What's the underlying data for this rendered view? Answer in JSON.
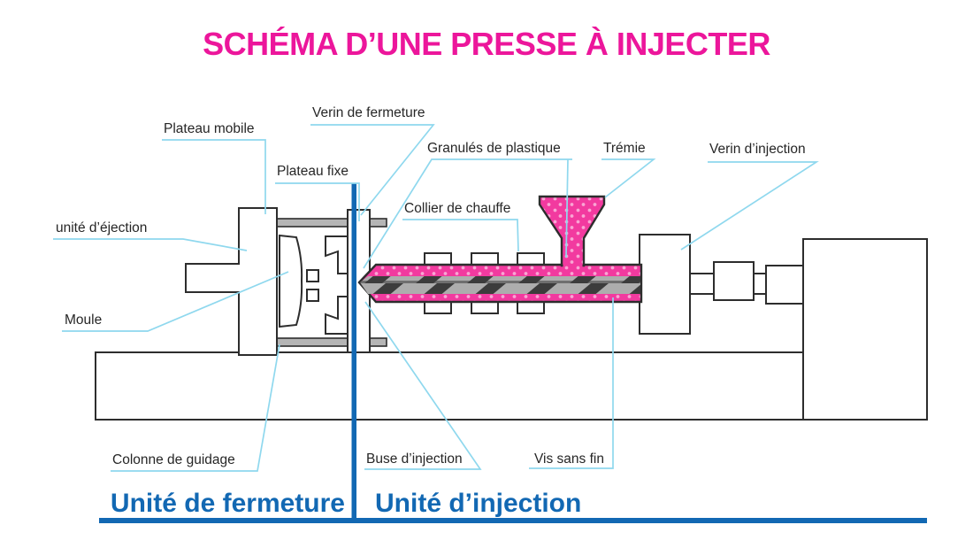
{
  "title": {
    "text": "SCHÉMA D’UNE PRESSE À INJECTER"
  },
  "diagram": {
    "labels": {
      "plateau_mobile": "Plateau mobile",
      "verin_fermeture": "Verin de fermeture",
      "plateau_fixe": "Plateau fixe",
      "unite_ejection": "unité d’éjection",
      "moule": "Moule",
      "granules": "Granulés de plastique",
      "tremie": "Trémie",
      "verin_injection": "Verin d’injection",
      "collier_chauffe": "Collier de chauffe",
      "colonne_guidage": "Colonne de guidage",
      "buse_injection": "Buse d’injection",
      "vis_sans_fin": "Vis sans fin"
    },
    "units": {
      "fermeture": "Unité de fermeture",
      "injection": "Unité d’injection"
    }
  },
  "colors": {
    "title_magenta": "#EC169B",
    "accent_blue": "#1268B3",
    "machine_pink": "#F23A9F",
    "leader_cyan": "#8FD8EE",
    "outline_dark": "#2D2D2D",
    "part_gray": "#B5B5B5"
  }
}
